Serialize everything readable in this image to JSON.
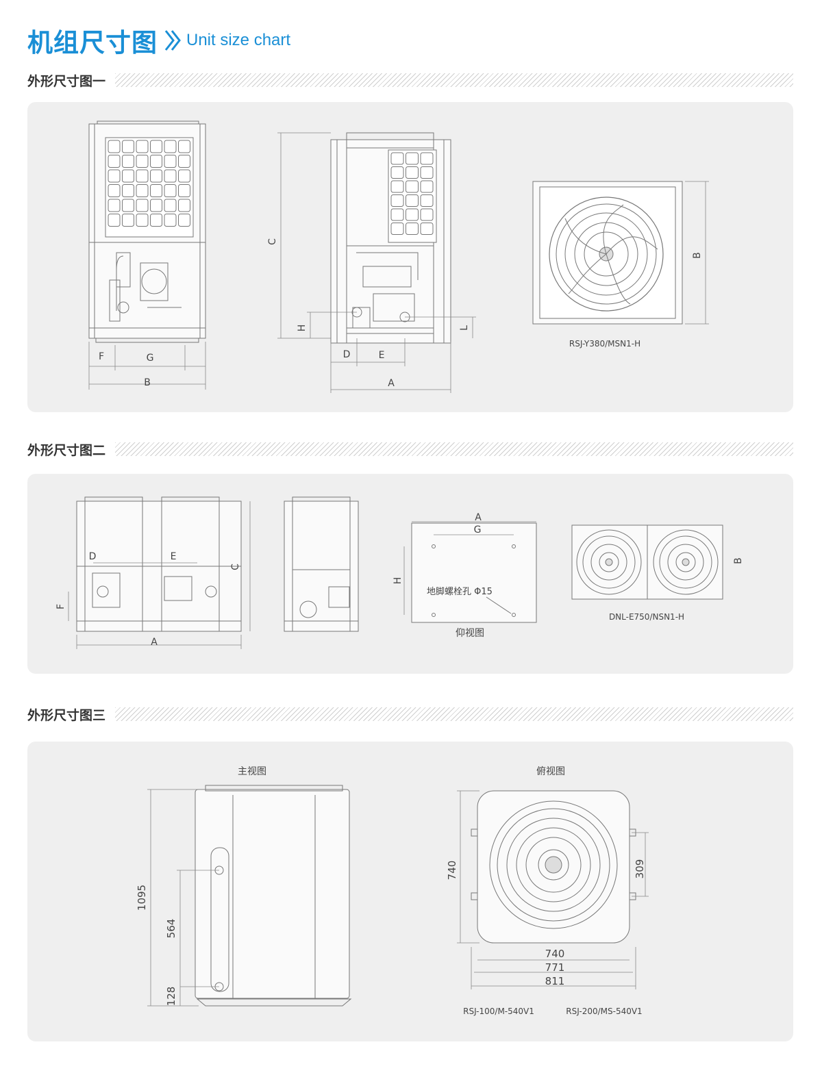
{
  "header": {
    "title_cn": "机组尺寸图",
    "title_en": "Unit size chart"
  },
  "colors": {
    "accent": "#1a8fd6",
    "panel_bg": "#efefef",
    "line": "#777777"
  },
  "section1": {
    "label": "外形尺寸图一",
    "dims_front": [
      "F",
      "G",
      "B"
    ],
    "dims_side": [
      "C",
      "H",
      "L",
      "D",
      "E",
      "A"
    ],
    "dims_top": [
      "B"
    ],
    "model": "RSJ-Y380/MSN1-H"
  },
  "section2": {
    "label": "外形尺寸图二",
    "dims_front": [
      "D",
      "E",
      "C",
      "F",
      "A"
    ],
    "dims_bottom": [
      "A",
      "G",
      "H"
    ],
    "bolt_note": "地脚螺栓孔 Φ15",
    "bottom_view": "仰视图",
    "dims_top": [
      "B"
    ],
    "model": "DNL-E750/NSN1-H"
  },
  "section3": {
    "label": "外形尺寸图三",
    "front_view": "主视图",
    "top_view": "俯视图",
    "dims_front": [
      "1095",
      "564",
      "128"
    ],
    "dims_top": [
      "740",
      "309",
      "740",
      "771",
      "811"
    ],
    "models": [
      "RSJ-100/M-540V1",
      "RSJ-200/MS-540V1"
    ]
  }
}
